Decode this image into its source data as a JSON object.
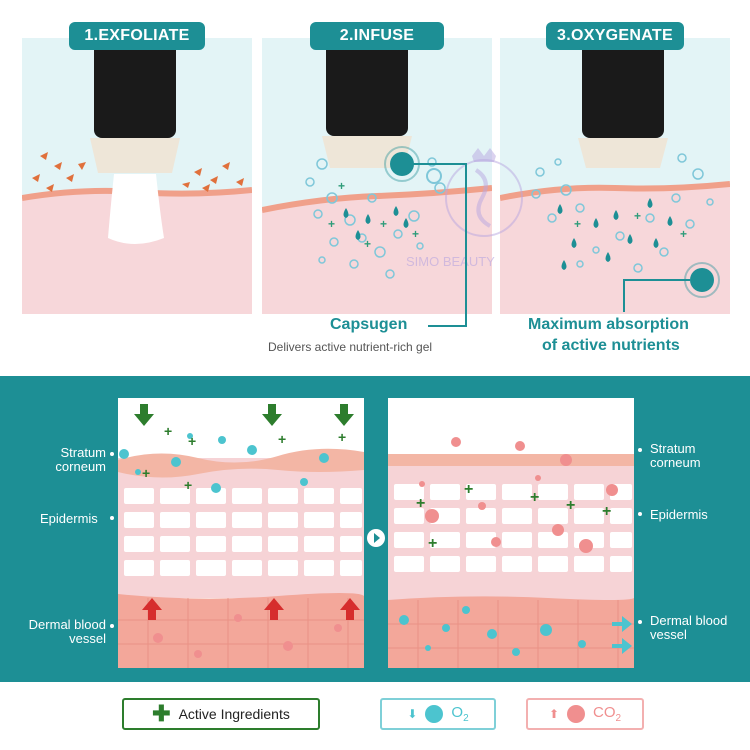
{
  "steps": [
    {
      "label": "1.EXFOLIATE"
    },
    {
      "label": "2.INFUSE"
    },
    {
      "label": "3.OXYGENATE"
    }
  ],
  "watermark": "SIMO BEAUTY",
  "captions": {
    "capsugen": {
      "title": "Capsugen",
      "subtitle": "Delivers active nutrient-rich gel"
    },
    "absorption": {
      "title_line1": "Maximum absorption",
      "title_line2": "of active nutrients"
    }
  },
  "layers": {
    "stratum": [
      "Stratum",
      "corneum"
    ],
    "epidermis": "Epidermis",
    "dermal": [
      "Dermal blood",
      "vessel"
    ]
  },
  "legend": {
    "active": "Active Ingredients",
    "o2": "O",
    "o2_sub": "2",
    "co2": "CO",
    "co2_sub": "2"
  },
  "colors": {
    "teal": "#1d8f95",
    "skin_pink": "#f6d3d6",
    "skin_line": "#f0a08a",
    "dermis": "#f3a79a",
    "oxygen": "#4cc4cf",
    "co2": "#f08f8f",
    "active_green": "#2d7d2d",
    "arrow_red": "#d62d2d"
  },
  "icons": [
    "cross-plus-icon",
    "down-arrow-icon",
    "up-arrow-icon",
    "play-arrow-icon",
    "droplet-icon",
    "bubble-icon"
  ]
}
